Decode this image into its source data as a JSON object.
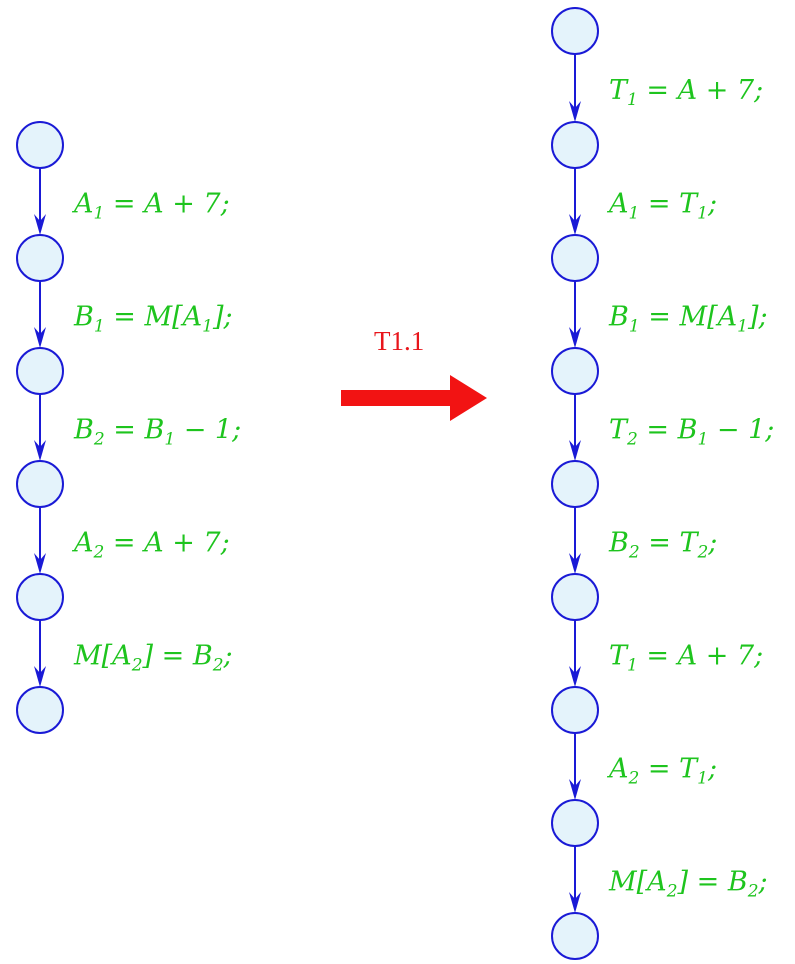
{
  "transform": {
    "label": "T1.1"
  },
  "left_graph": {
    "node_count": 6,
    "edges": [
      [
        "A",
        "1",
        " = A + 7;"
      ],
      [
        "B",
        "1",
        " = M[A",
        "1",
        "];"
      ],
      [
        "B",
        "2",
        " = B",
        "1",
        " − 1;"
      ],
      [
        "A",
        "2",
        " = A + 7;"
      ],
      [
        "M[A",
        "2",
        "] = B",
        "2",
        ";"
      ]
    ]
  },
  "right_graph": {
    "node_count": 9,
    "edges": [
      [
        "T",
        "1",
        " = A + 7;"
      ],
      [
        "A",
        "1",
        " = T",
        "1",
        ";"
      ],
      [
        "B",
        "1",
        " = M[A",
        "1",
        "];"
      ],
      [
        "T",
        "2",
        " = B",
        "1",
        " − 1;"
      ],
      [
        "B",
        "2",
        " = T",
        "2",
        ";"
      ],
      [
        "T",
        "1",
        " = A + 7;"
      ],
      [
        "A",
        "2",
        " = T",
        "1",
        ";"
      ],
      [
        "M[A",
        "2",
        "] = B",
        "2",
        ";"
      ]
    ]
  },
  "colors": {
    "node_fill": "#e4f3fb",
    "node_stroke": "#1a1ad6",
    "statement_text": "#1ec41e",
    "transform_label": "#e8151b",
    "transform_arrow": "#f21313"
  }
}
